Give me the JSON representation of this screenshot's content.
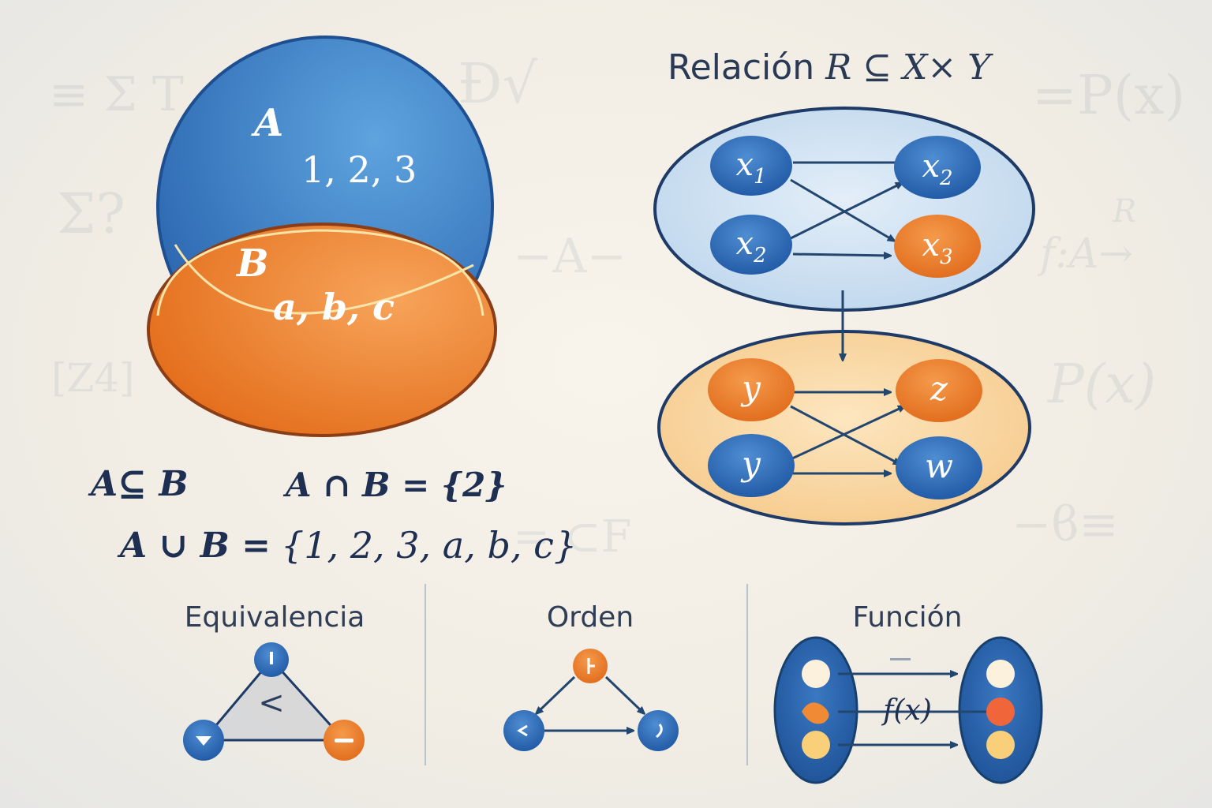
{
  "background_symbols": [
    "≡ Σ T",
    "Ð√",
    "Σ?",
    "−A−",
    "[Z4]",
    "=P(x)",
    "f:A→",
    "P(x)",
    "−ϐ≡",
    "= ⊂F",
    "R"
  ],
  "venn": {
    "set_a": {
      "label": "A",
      "elements": "1, 2, 3",
      "color": "#3a7fc6"
    },
    "set_b": {
      "label": "B",
      "elements": "a, b, c",
      "color": "#ee7f2a"
    }
  },
  "set_formulas": {
    "subset": "A⊆ B",
    "intersection": "A ∩ B = {2}",
    "union_lhs": "A ∪ B =",
    "union_rhs": "{1, 2, 3, a, b, c}"
  },
  "relation": {
    "title_prefix": "Relación",
    "title_math": "R ⊆ X× Y",
    "top_group": {
      "color": "#cfe0f0",
      "nodes": [
        {
          "base": "x",
          "sub": "1",
          "color": "#2f6db8"
        },
        {
          "base": "x",
          "sub": "2",
          "color": "#2f6db8"
        },
        {
          "base": "x",
          "sub": "2",
          "color": "#2f6db8"
        },
        {
          "base": "x",
          "sub": "3",
          "color": "#ea7525"
        }
      ]
    },
    "bottom_group": {
      "color": "#f8d39a",
      "nodes": [
        {
          "label": "y",
          "color": "#ea7525"
        },
        {
          "label": "y",
          "color": "#1f5aa8"
        },
        {
          "label": "z",
          "color": "#ea7525"
        },
        {
          "label": "w",
          "color": "#1f5aa8"
        }
      ]
    }
  },
  "panels": {
    "equivalencia": {
      "title": "Equivalencia",
      "center_symbol": "<"
    },
    "orden": {
      "title": "Orden"
    },
    "funcion": {
      "title": "Función",
      "label": "f(x)"
    }
  },
  "colors": {
    "navy": "#1e3a66",
    "blue": "#2f6db8",
    "orange": "#ea7525",
    "arrow": "#23466f"
  }
}
